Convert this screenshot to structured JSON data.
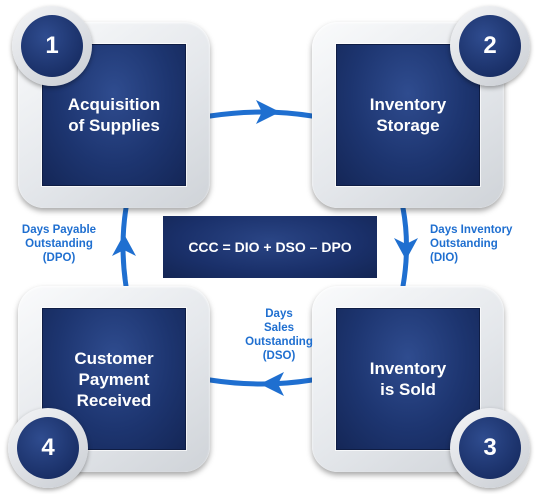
{
  "steps": [
    {
      "number": "1",
      "label": "Acquisition\nof Supplies"
    },
    {
      "number": "2",
      "label": "Inventory\nStorage"
    },
    {
      "number": "3",
      "label": "Inventory\nis Sold"
    },
    {
      "number": "4",
      "label": "Customer\nPayment\nReceived"
    }
  ],
  "formula": "CCC = DIO + DSO – DPO",
  "connectors": {
    "dpo": "Days Payable\nOutstanding\n(DPO)",
    "dio": "Days Inventory\nOutstanding\n(DIO)",
    "dso": "Days\nSales\nOutstanding\n(DSO)"
  },
  "colors": {
    "arrow": "#1f6fd0",
    "panel": "#1d3570",
    "label": "#1f6fd0"
  }
}
